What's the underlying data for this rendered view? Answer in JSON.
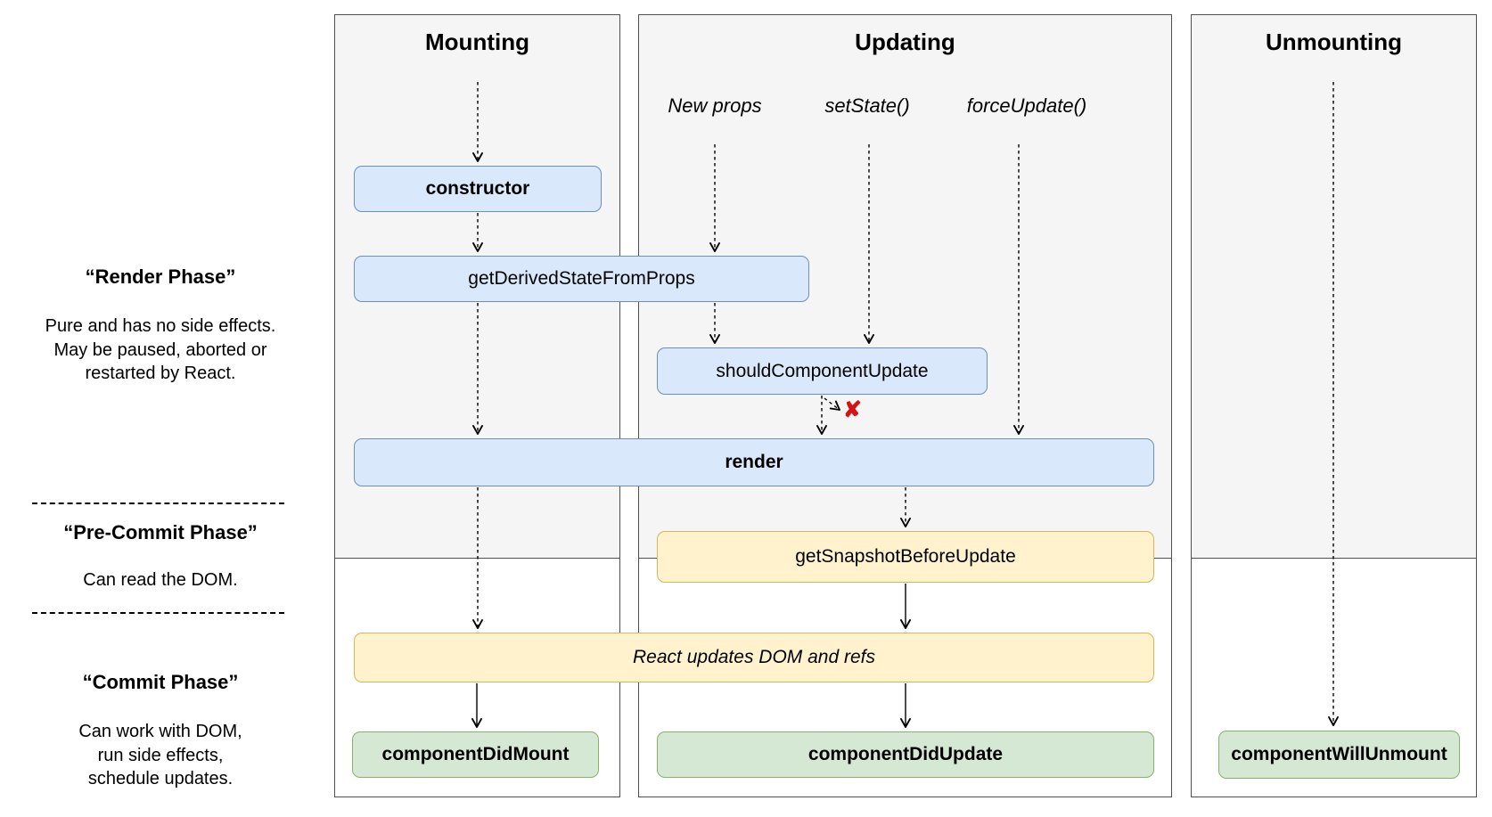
{
  "columns": {
    "mounting": {
      "title": "Mounting"
    },
    "updating": {
      "title": "Updating"
    },
    "unmounting": {
      "title": "Unmounting"
    }
  },
  "triggers": {
    "new_props": "New props",
    "set_state": "setState()",
    "force_update": "forceUpdate()"
  },
  "nodes": {
    "constructor": "constructor",
    "get_derived_state_from_props": "getDerivedStateFromProps",
    "should_component_update": "shouldComponentUpdate",
    "render": "render",
    "get_snapshot_before_update": "getSnapshotBeforeUpdate",
    "react_updates_dom": "React updates DOM and refs",
    "component_did_mount": "componentDidMount",
    "component_did_update": "componentDidUpdate",
    "component_will_unmount": "componentWillUnmount"
  },
  "phases": {
    "render_phase": {
      "title": "“Render Phase”",
      "lines": [
        "Pure and has no side effects.",
        "May be paused, aborted or",
        "restarted by React."
      ]
    },
    "pre_commit_phase": {
      "title": "“Pre-Commit Phase”",
      "lines": [
        "Can read the DOM."
      ]
    },
    "commit_phase": {
      "title": "“Commit Phase”",
      "lines": [
        "Can work with DOM,",
        "run side effects,",
        "schedule updates."
      ]
    }
  },
  "symbols": {
    "cancel_x": "✘"
  },
  "colors": {
    "node_blue_fill": "#dae8fc",
    "node_blue_border": "#6c8ebf",
    "node_yellow_fill": "#fff2cc",
    "node_yellow_border": "#d6b656",
    "node_green_fill": "#d5e8d4",
    "node_green_border": "#82b366",
    "panel_fill": "#f5f5f5",
    "panel_border": "#4f4f4f",
    "cancel_red": "#d41414",
    "arrow": "#000000"
  }
}
